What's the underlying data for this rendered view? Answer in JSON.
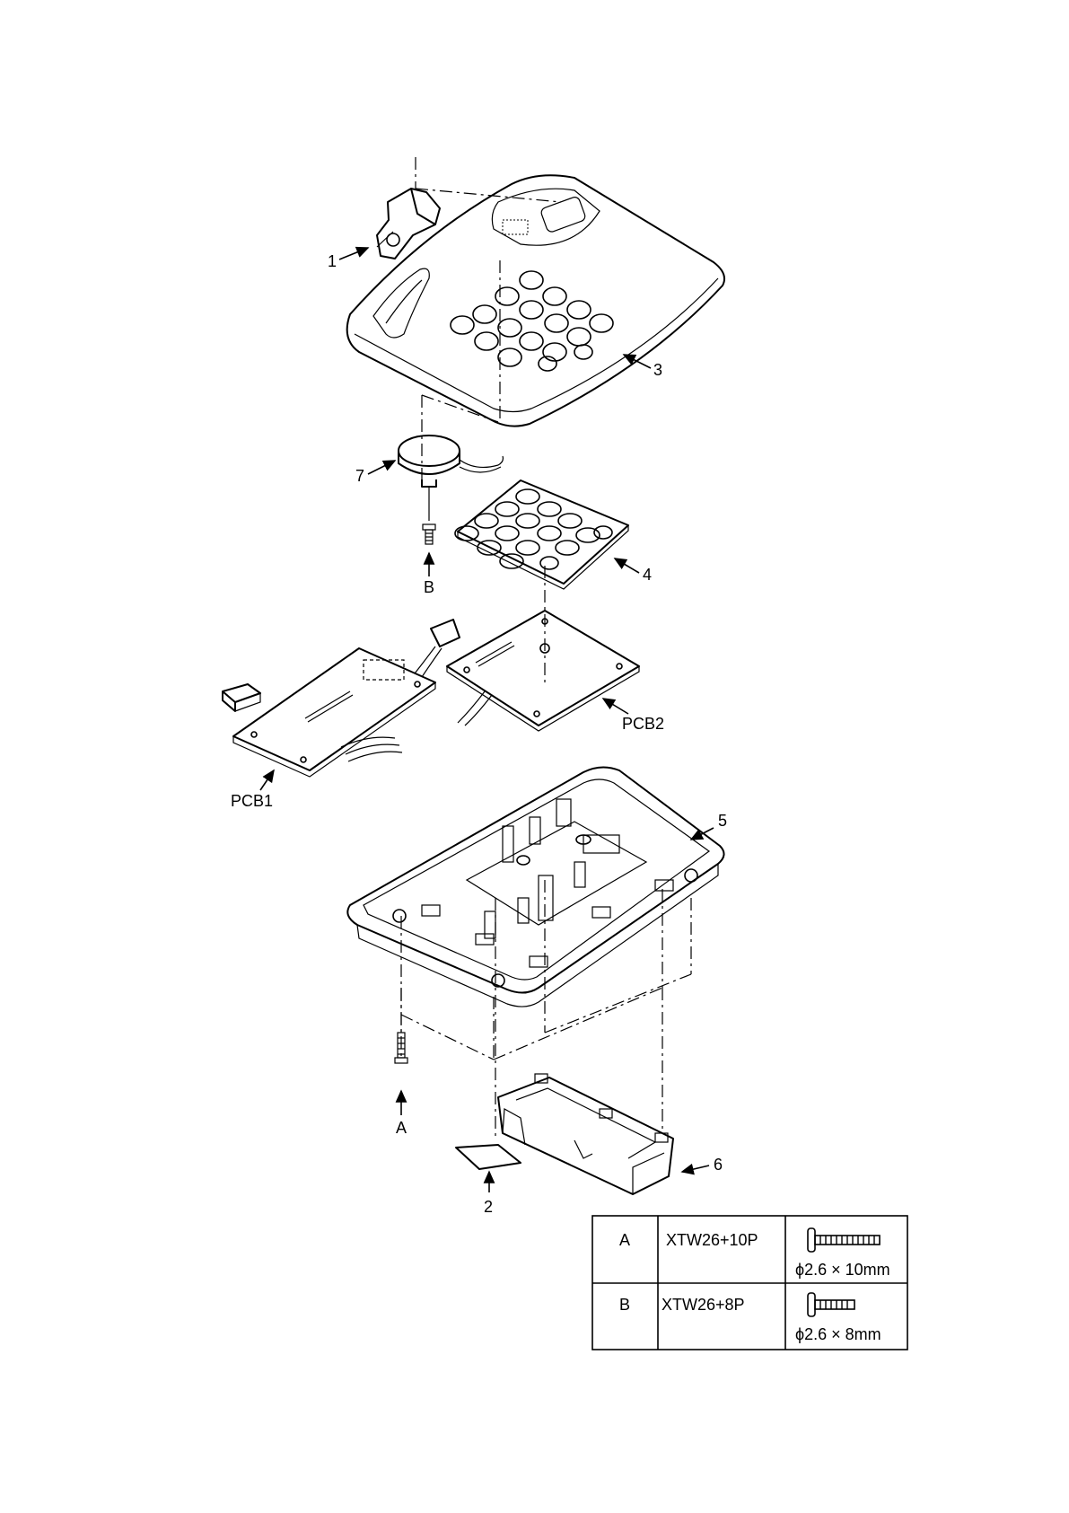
{
  "callouts": {
    "part_1": "1",
    "part_2": "2",
    "part_3": "3",
    "part_4": "4",
    "part_5": "5",
    "part_6": "6",
    "part_7": "7",
    "screw_a": "A",
    "screw_b": "B",
    "pcb1": "PCB1",
    "pcb2": "PCB2"
  },
  "screw_table": {
    "rows": [
      {
        "key": "A",
        "part_no": "XTW26+10P",
        "size": "ϕ2.6 × 10mm",
        "icon": "long-screw-icon"
      },
      {
        "key": "B",
        "part_no": "XTW26+8P",
        "size": "ϕ2.6 × 8mm",
        "icon": "short-screw-icon"
      }
    ]
  }
}
